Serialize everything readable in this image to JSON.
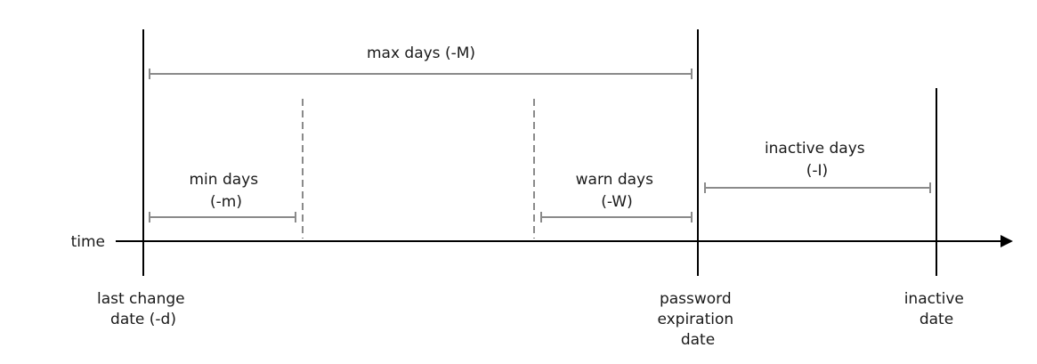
{
  "axis": {
    "label": "time"
  },
  "markers": {
    "last_change": [
      "last change",
      "date (-d)"
    ],
    "password_expiration": [
      "password",
      "expiration",
      "date"
    ],
    "inactive": [
      "inactive",
      "date"
    ]
  },
  "spans": {
    "max_days": [
      "max days (-M)"
    ],
    "min_days": [
      "min days",
      "(-m)"
    ],
    "warn_days": [
      "warn days",
      "(-W)"
    ],
    "inactive_days": [
      "inactive days",
      "(-I)"
    ]
  },
  "colors": {
    "axis": "#000000",
    "span": "#8a8a8a",
    "text": "#1a1a1a"
  }
}
